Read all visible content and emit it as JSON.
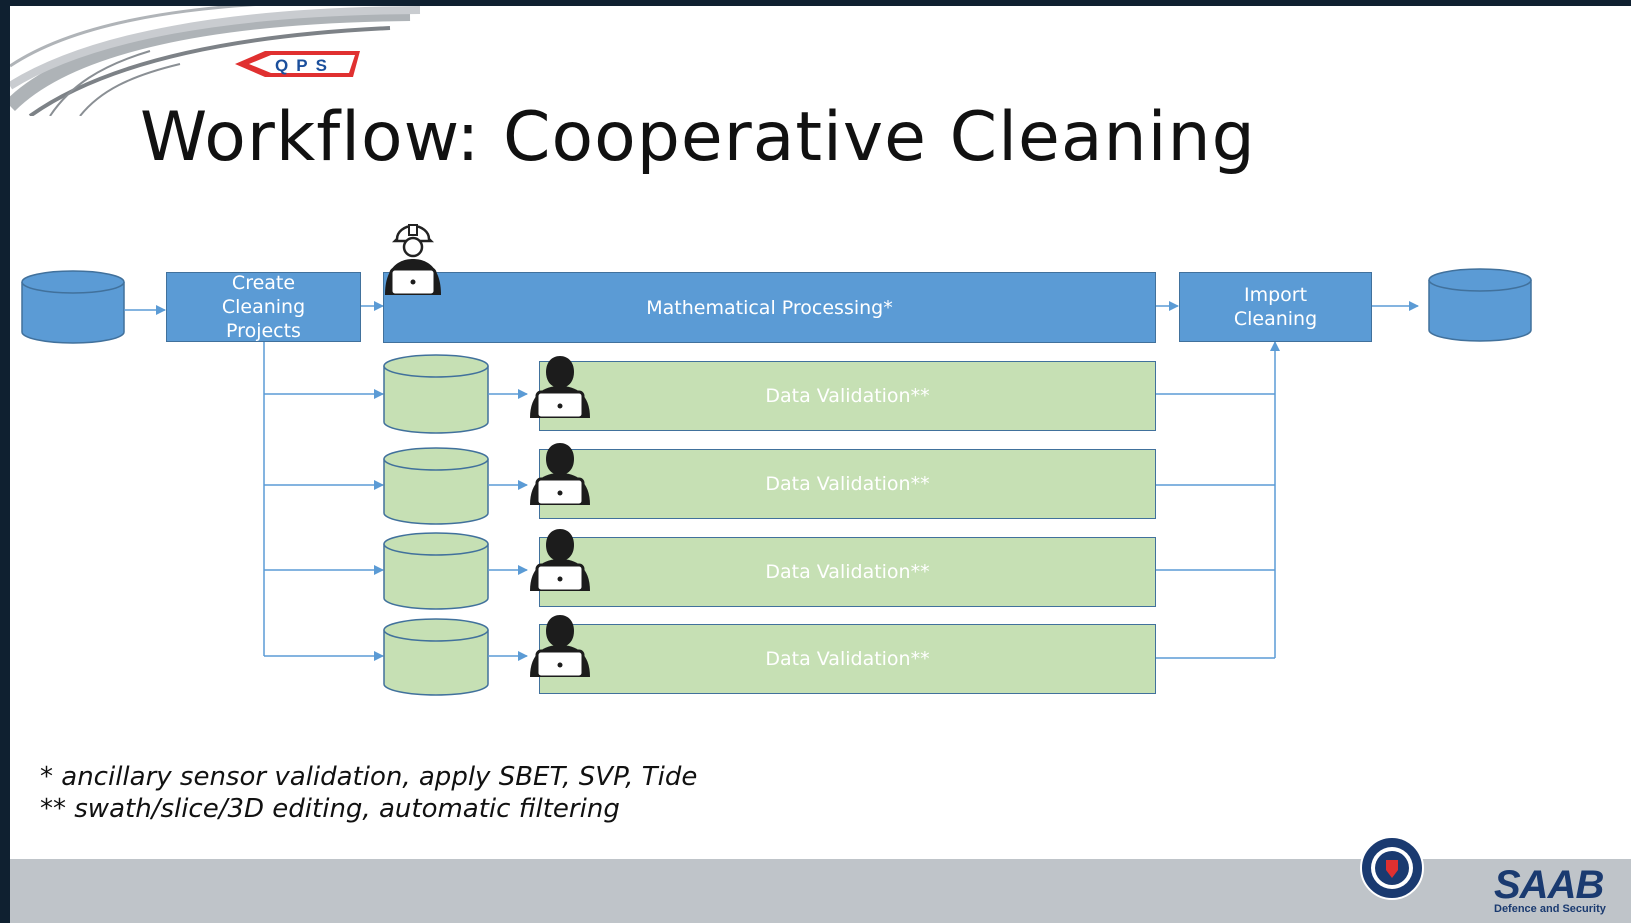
{
  "slide": {
    "title": "Workflow: Cooperative Cleaning",
    "logo_text": "QPS",
    "footer_brand": "SAAB",
    "footer_brand_sub": "Defence and Security"
  },
  "workflow": {
    "create_label": "Create\nCleaning\nProjects",
    "math_label": "Mathematical Processing*",
    "import_label": "Import\nCleaning",
    "validation_labels": [
      "Data Validation**",
      "Data Validation**",
      "Data Validation**",
      "Data Validation**"
    ]
  },
  "footnotes": [
    "* ancillary sensor validation, apply SBET, SVP, Tide",
    "** swath/slice/3D editing, automatic filtering"
  ],
  "colors": {
    "process_blue": "#5b9bd5",
    "validation_green": "#c6e0b4",
    "connector": "#5b9bd5",
    "border": "#41719c"
  }
}
